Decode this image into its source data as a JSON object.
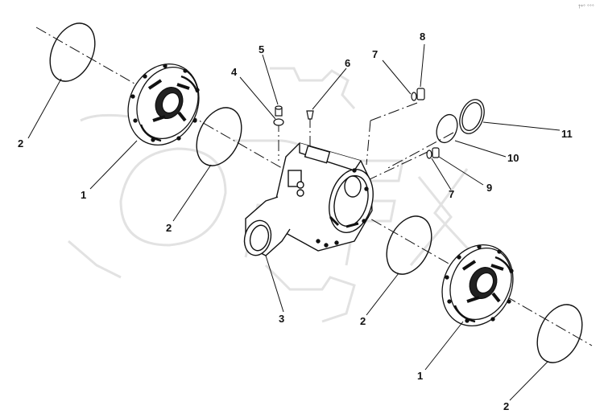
{
  "corner_code": "†*° °°°",
  "watermark": {
    "text": "OPEX",
    "color": "#e4e4e4"
  },
  "colors": {
    "line": "#111111",
    "part": "#1a1a1a",
    "fill": "#ffffff"
  },
  "callouts": [
    {
      "id": "c2a",
      "label": "2"
    },
    {
      "id": "c1a",
      "label": "1"
    },
    {
      "id": "c2b",
      "label": "2"
    },
    {
      "id": "c5",
      "label": "5"
    },
    {
      "id": "c4",
      "label": "4"
    },
    {
      "id": "c6",
      "label": "6"
    },
    {
      "id": "c7a",
      "label": "7"
    },
    {
      "id": "c8",
      "label": "8"
    },
    {
      "id": "c11",
      "label": "11"
    },
    {
      "id": "c10",
      "label": "10"
    },
    {
      "id": "c9",
      "label": "9"
    },
    {
      "id": "c7b",
      "label": "7"
    },
    {
      "id": "c3",
      "label": "3"
    },
    {
      "id": "c2c",
      "label": "2"
    },
    {
      "id": "c1b",
      "label": "1"
    },
    {
      "id": "c2d",
      "label": "2"
    }
  ]
}
